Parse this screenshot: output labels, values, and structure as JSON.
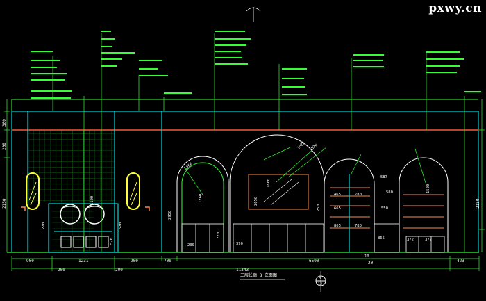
{
  "watermark": "pxwy.cn",
  "drawing_title": "二层长廊 B 立面图",
  "section_marker": {
    "top": "B",
    "bottom": "12"
  },
  "dims_bottom_row1": [
    "900",
    "1231",
    "900",
    "700",
    "6590",
    "423"
  ],
  "dims_bottom_row2": [
    "200",
    "200",
    "11343",
    "20"
  ],
  "dims_left": [
    "300",
    "200",
    "2150"
  ],
  "dims_right": [
    "2150"
  ],
  "dims_interior": [
    "1260",
    "1260",
    "2050",
    "1860",
    "2950",
    "220",
    "520",
    "520",
    "250",
    "220",
    "200",
    "1100",
    "1525",
    "1526",
    "465",
    "780",
    "665",
    "550",
    "865",
    "780",
    "1500",
    "587",
    "580",
    "390",
    "865",
    "372",
    "372",
    "10"
  ],
  "annotations_count": 10,
  "colors": {
    "green": "#33ff33",
    "cyan": "#00ffff",
    "yellow": "#ffff33",
    "white": "#ffffff",
    "red": "#ff5533",
    "magenta": "#ff44ff",
    "orange": "#ff8844"
  }
}
